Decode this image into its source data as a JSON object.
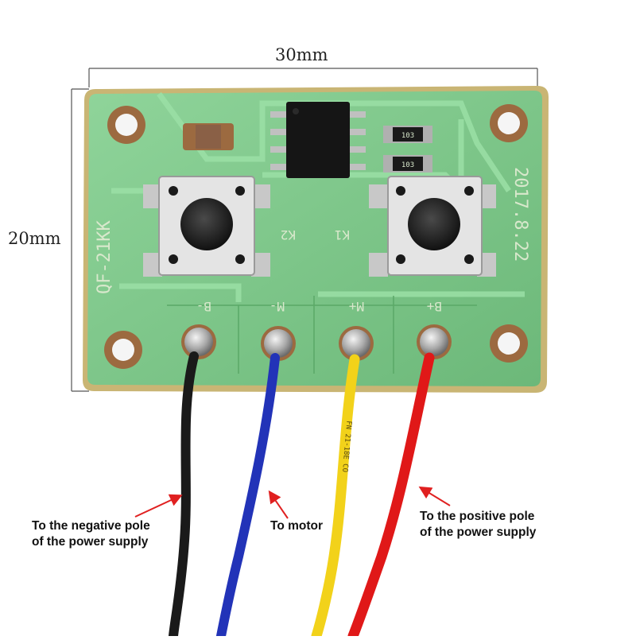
{
  "dimensions": {
    "width_label": "30mm",
    "height_label": "20mm"
  },
  "board": {
    "silkscreen_name": "QF-21KK",
    "date_code": "2017.8.22",
    "button_labels": [
      "K2",
      "K1"
    ],
    "pad_labels": [
      "B-",
      "M-",
      "M+",
      "B+"
    ],
    "resistor_code": "103"
  },
  "callouts": {
    "negative": {
      "line1": "To the negative pole",
      "line2": "of the power supply"
    },
    "motor": {
      "line1": "To motor"
    },
    "positive": {
      "line1": "To the positive pole",
      "line2": "of the power supply"
    }
  },
  "wires": [
    {
      "name": "black",
      "color": "#1a1a1a"
    },
    {
      "name": "blue",
      "color": "#2233b8"
    },
    {
      "name": "yellow",
      "color": "#f2d21a",
      "print": "FN 21-18E  CO"
    },
    {
      "name": "red",
      "color": "#e01818"
    }
  ],
  "colors": {
    "pcb": "#7fc98a",
    "pcb_edge": "#c9b574",
    "arrow": "#e02020",
    "pad": "#9c6a40"
  }
}
